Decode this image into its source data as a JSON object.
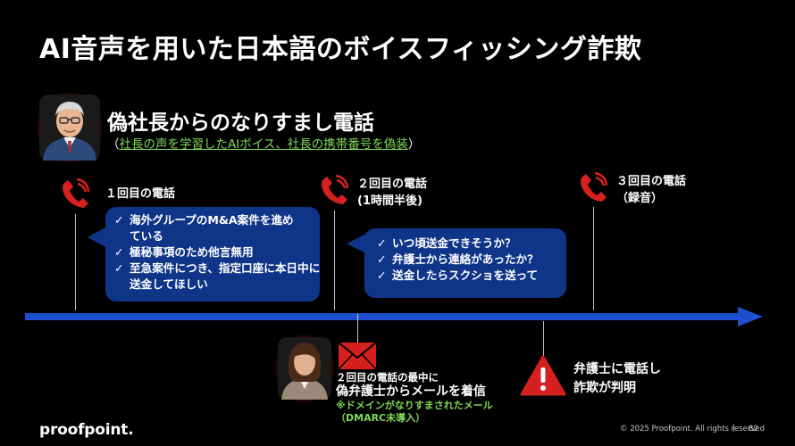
{
  "slide": {
    "title": "AI音声を用いた日本語のボイスフィッシング詐欺",
    "subtitle": "偽社長からのなりすまし電話",
    "subtitle_note_open": "（",
    "subtitle_note": "社長の声を学習したAIボイス、社長の携帯番号を偽装",
    "subtitle_note_close": "）"
  },
  "calls": {
    "first": {
      "label": "１回目の電話"
    },
    "second": {
      "label_line1": "２回目の電話",
      "label_line2": "(1時間半後)"
    },
    "third": {
      "label_line1": "３回目の電話",
      "label_line2": "（録音）"
    }
  },
  "bubble1": {
    "items": [
      "海外グループのM&A案件を進めている",
      "極秘事項のため他言無用",
      "至急案件につき、指定口座に本日中に送金してほしい"
    ]
  },
  "bubble2": {
    "items": [
      "いつ頃送金できそうか？",
      "弁護士から連絡があったか？",
      "送金したらスクショを送って"
    ]
  },
  "email_event": {
    "line1": "２回目の電話の最中に",
    "line2": "偽弁護士からメールを着信",
    "note1": "※ドメインがなりすまされたメール",
    "note2": "（DMARC未導入）"
  },
  "warning_event": {
    "line1": "弁護士に電話し",
    "line2": "詐欺が判明"
  },
  "footer": {
    "logo": "proofpoint.",
    "copyright": "© 2025 Proofpoint. All rights reserved",
    "separator": "|",
    "page_number": "82"
  },
  "colors": {
    "background": "#000000",
    "bubble": "#0f3589",
    "timeline": "#1f4fd1",
    "phone": "#d62020",
    "note_green": "#7ed957",
    "glow": "#e01010"
  },
  "icons": [
    "ceo-avatar",
    "phone-icon",
    "envelope-icon",
    "warning-icon",
    "lawyer-avatar"
  ]
}
